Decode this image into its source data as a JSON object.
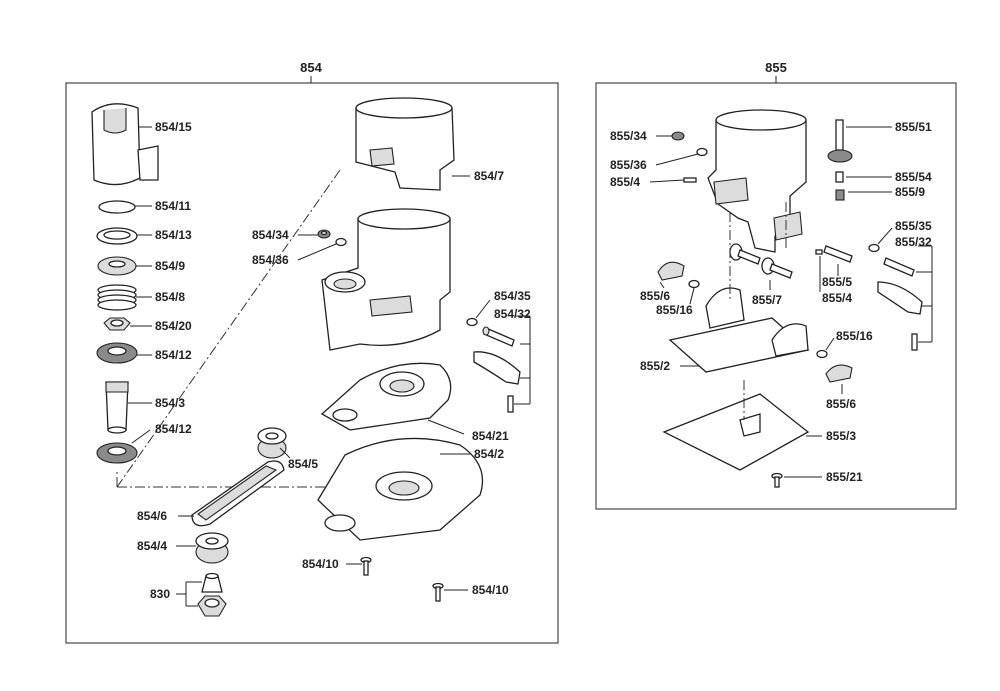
{
  "groups": [
    {
      "id": "854",
      "label": "854"
    },
    {
      "id": "855",
      "label": "855"
    }
  ],
  "labels_854": [
    "854/15",
    "854/11",
    "854/13",
    "854/9",
    "854/8",
    "854/20",
    "854/12",
    "854/3",
    "854/12",
    "854/7",
    "854/34",
    "854/36",
    "854/35",
    "854/32",
    "854/21",
    "854/2",
    "854/5",
    "854/6",
    "854/4",
    "830",
    "854/10",
    "854/10"
  ],
  "labels_855": [
    "855/34",
    "855/36",
    "855/4",
    "855/51",
    "855/54",
    "855/9",
    "855/35",
    "855/32",
    "855/5",
    "855/4",
    "855/6",
    "855/16",
    "855/7",
    "855/2",
    "855/16",
    "855/6",
    "855/3",
    "855/21"
  ]
}
